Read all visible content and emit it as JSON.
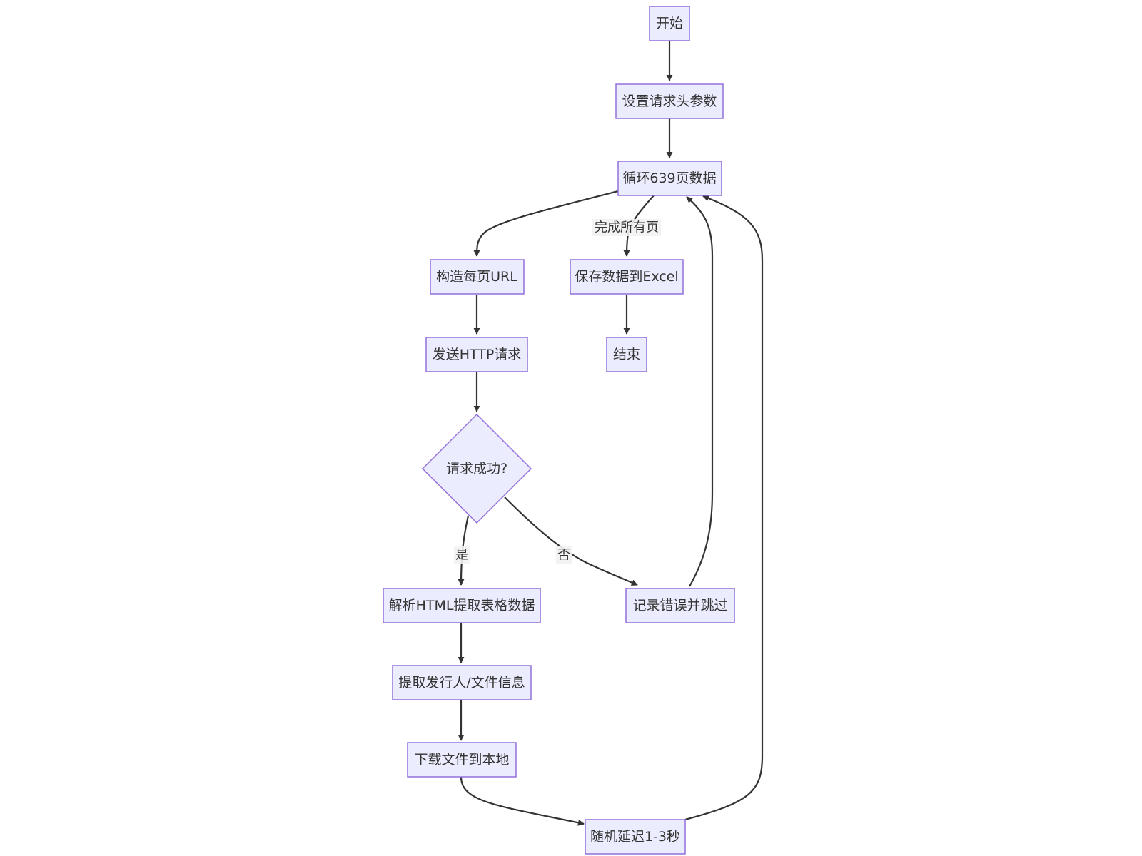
{
  "colors": {
    "node_fill": "#ececff",
    "node_stroke": "#9370db",
    "edge": "#333333",
    "text": "#333333",
    "background": "#ffffff"
  },
  "nodes": {
    "start": "开始",
    "headers": "设置请求头参数",
    "loop": "循环639页数据",
    "url": "构造每页URL",
    "save": "保存数据到Excel",
    "http": "发送HTTP请求",
    "end": "结束",
    "decision": "请求成功?",
    "parse": "解析HTML提取表格数据",
    "log": "记录错误并跳过",
    "extract": "提取发行人/文件信息",
    "download": "下载文件到本地",
    "delay": "随机延迟1-3秒"
  },
  "edge_labels": {
    "done_all": "完成所有页",
    "yes": "是",
    "no": "否"
  }
}
